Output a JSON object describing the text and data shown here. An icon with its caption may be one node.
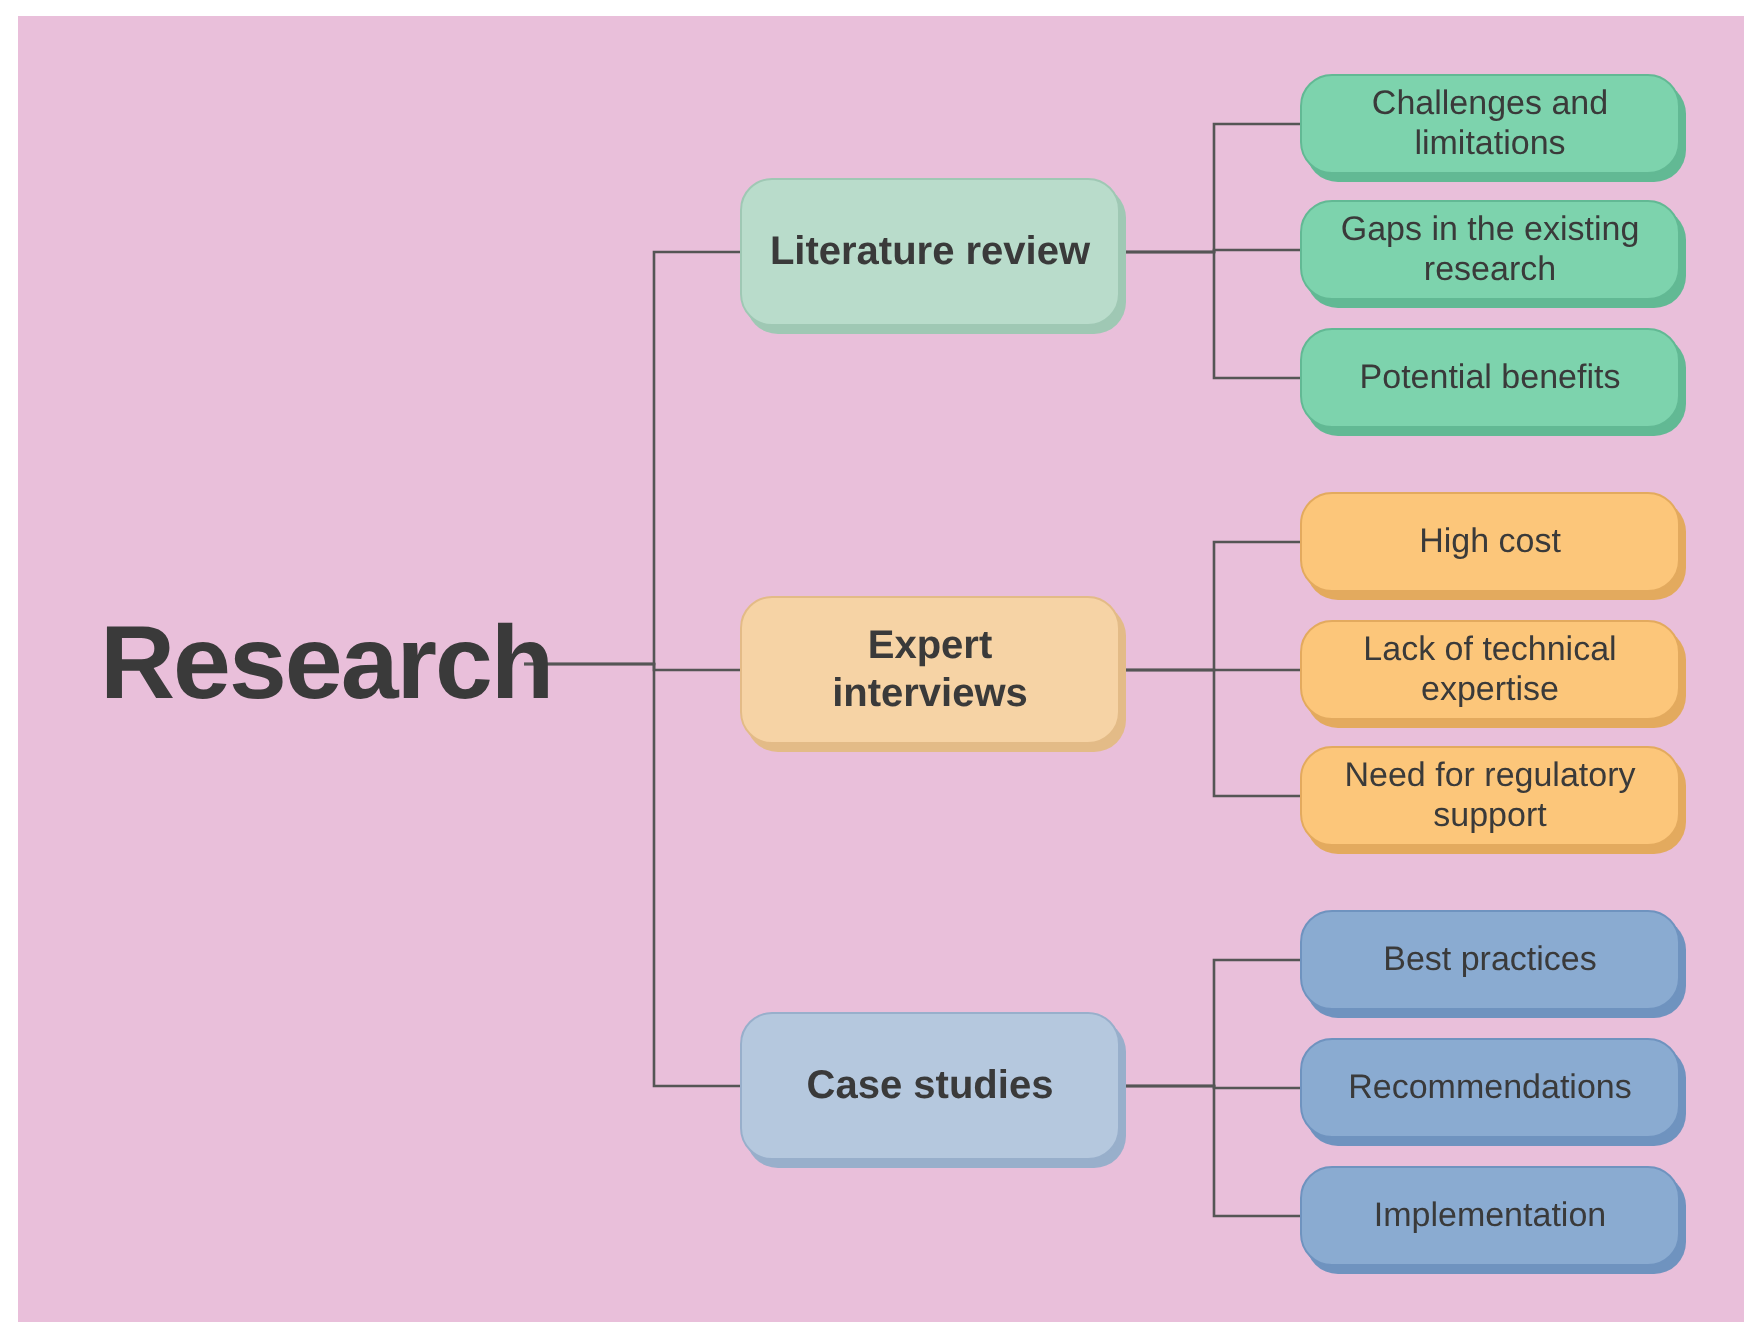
{
  "diagram": {
    "nodes": [
      {
        "text": [
          "Research"
        ]
      },
      {
        "text": [
          "Literature review"
        ]
      },
      {
        "text": [
          "Challenges and limitations"
        ]
      },
      {
        "text": [
          "Gaps in the existing research"
        ]
      },
      {
        "text": [
          "Potential benefits"
        ]
      },
      {
        "text": [
          "Expert interviews"
        ]
      },
      {
        "text": [
          "High cost"
        ]
      },
      {
        "text": [
          "Lack of technical expertise"
        ]
      },
      {
        "text": [
          "Need for regulatory support"
        ]
      },
      {
        "text": [
          "Case studies"
        ]
      },
      {
        "text": [
          "Best practices"
        ]
      },
      {
        "text": [
          "Recommendations"
        ]
      },
      {
        "text": [
          "Implementation"
        ]
      }
    ],
    "edges": [
      {
        "from": 0,
        "to": 1,
        "arrow": "none"
      },
      {
        "from": 0,
        "to": 5,
        "arrow": "none"
      },
      {
        "from": 0,
        "to": 9,
        "arrow": "none"
      },
      {
        "from": 1,
        "to": 2,
        "arrow": "none"
      },
      {
        "from": 1,
        "to": 3,
        "arrow": "none"
      },
      {
        "from": 1,
        "to": 4,
        "arrow": "none"
      },
      {
        "from": 5,
        "to": 6,
        "arrow": "none"
      },
      {
        "from": 5,
        "to": 7,
        "arrow": "none"
      },
      {
        "from": 5,
        "to": 8,
        "arrow": "none"
      },
      {
        "from": 9,
        "to": 10,
        "arrow": "none"
      },
      {
        "from": 9,
        "to": 11,
        "arrow": "none"
      },
      {
        "from": 9,
        "to": 12,
        "arrow": "none"
      }
    ]
  }
}
